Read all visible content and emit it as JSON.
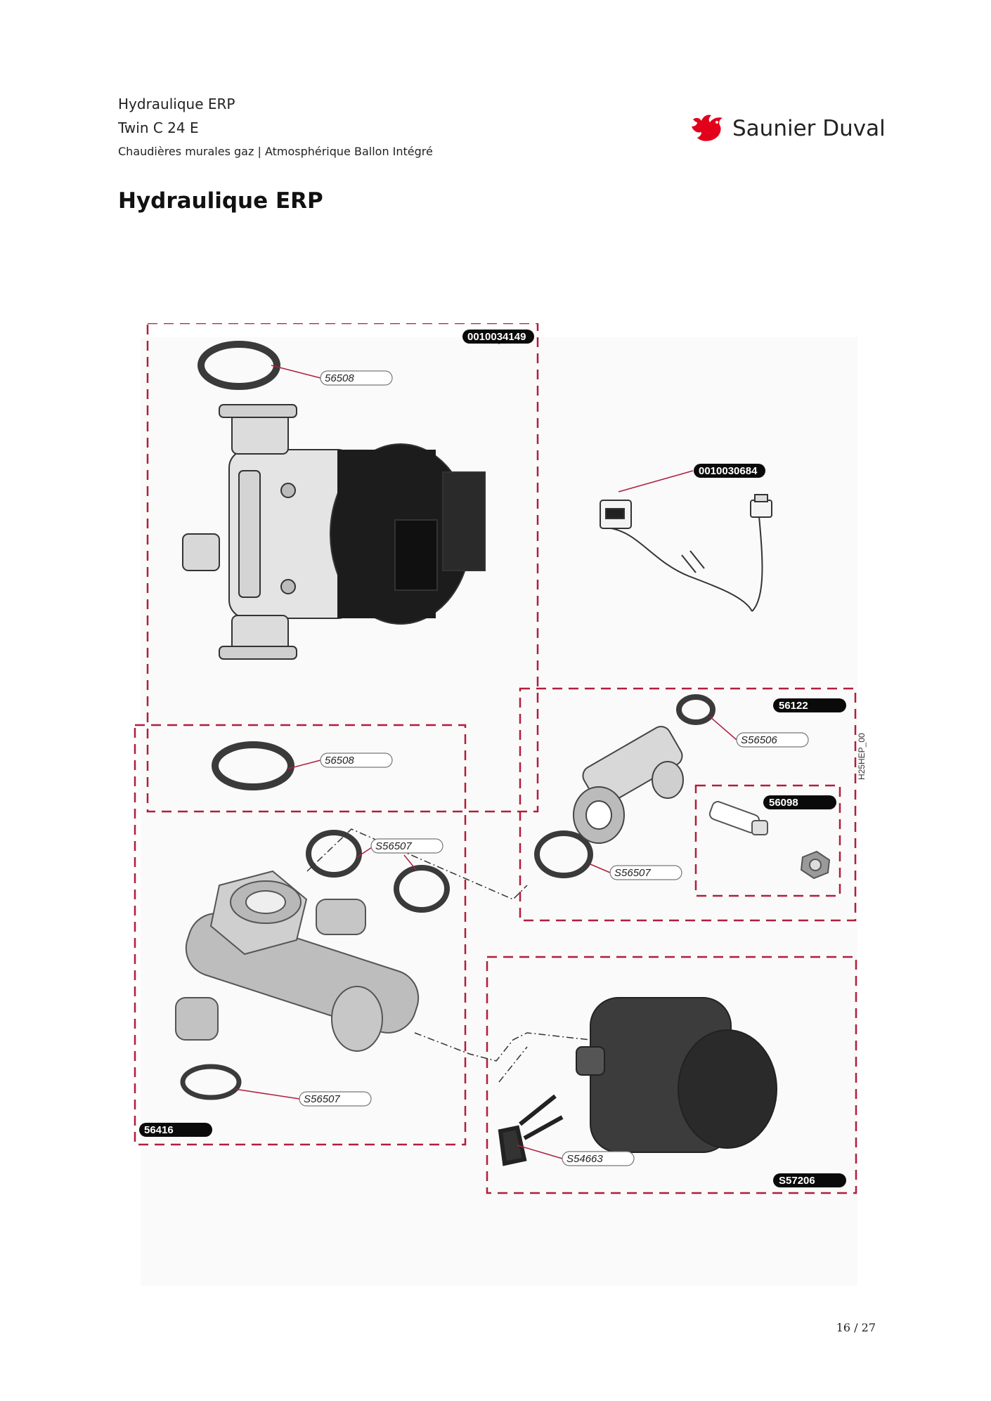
{
  "header": {
    "line1": "Hydraulique ERP",
    "line2": "Twin C 24 E",
    "line3": "Chaudières murales gaz | Atmosphérique Ballon Intégré"
  },
  "logo": {
    "text": "Saunier Duval",
    "color": "#e2001a"
  },
  "page_title": "Hydraulique ERP",
  "diagram": {
    "drawing_code": "H25HEP_00",
    "kit_labels": {
      "pump_kit": "0010034149",
      "cable": "0010030684",
      "body_kit": "56122",
      "valve_kit": "56098",
      "block_kit": "56416",
      "motor_kit": "S57206"
    },
    "part_refs": {
      "seal_top": "56508",
      "seal_mid": "56508",
      "seal_right": "S56506",
      "seals_pair": "S56507",
      "seal_right_lower": "S56507",
      "seal_bottom": "S56507",
      "clip": "S54663"
    },
    "frame_color": "#b01e3c"
  },
  "footer": {
    "page": "16 / 27"
  }
}
